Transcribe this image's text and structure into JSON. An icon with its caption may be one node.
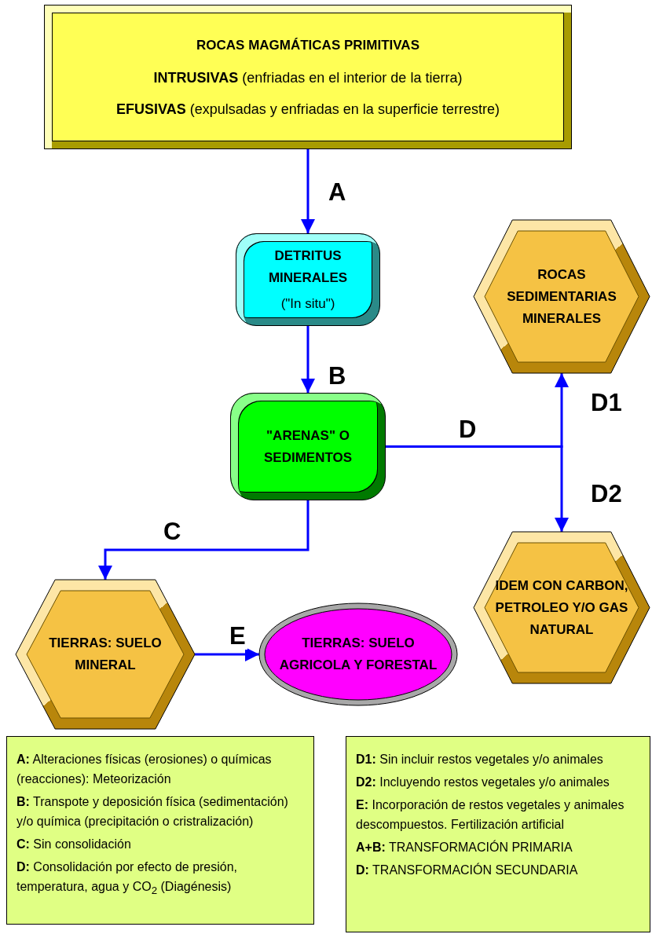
{
  "diagram": {
    "nodes": [
      {
        "text": [
          "ROCAS MAGMÁTICAS PRIMITIVAS",
          "**INTRUSIVAS** (enfriadas en el interior de la tierra)",
          "**EFUSIVAS** (expulsadas y enfriadas en la superficie terrestre)"
        ]
      },
      {
        "text": [
          "DETRITUS MINERALES",
          "(\"In situ\")"
        ]
      },
      {
        "text": [
          "ROCAS SEDIMENTARIAS MINERALES"
        ]
      },
      {
        "text": [
          "\"ARENAS\" O SEDIMENTOS"
        ]
      },
      {
        "text": [
          "IDEM CON CARBON, PETROLEO Y/O GAS NATURAL"
        ]
      },
      {
        "text": [
          "TIERRAS: SUELO MINERAL"
        ]
      },
      {
        "text": [
          "TIERRAS: SUELO AGRICOLA Y FORESTAL"
        ]
      },
      {
        "text": [
          "**A:** Alteraciones físicas (erosiones) o químicas (reacciones): Meteorización",
          "**B:** Transpote y deposición física (sedimentación) y/o química (precipitación o cristralización)",
          "**C:** Sin consolidación",
          "**D:** Consolidación por efecto de presión, temperatura, agua y CO$_{2}$ (Diagénesis)"
        ]
      },
      {
        "text": [
          "**D1:** Sin incluir restos vegetales y/o animales",
          "**D2:** Incluyendo restos vegetales y/o animales",
          "**E:** Incorporación de restos vegetales y animales descompuestos. Fertilización artificial",
          "**A+B:** TRANSFORMACIÓN PRIMARIA",
          "**D:** TRANSFORMACIÓN SECUNDARIA"
        ]
      }
    ],
    "edges": [
      {
        "from": 0,
        "to": 1,
        "arrow": "to",
        "label": "A"
      },
      {
        "from": 1,
        "to": 3,
        "arrow": "to",
        "label": "B"
      },
      {
        "from": 3,
        "to": 2,
        "arrow": "to",
        "label": "D1"
      },
      {
        "from": 3,
        "to": 4,
        "arrow": "to",
        "label": "D2"
      },
      {
        "from": 3,
        "to": 5,
        "arrow": "to",
        "label": "C"
      },
      {
        "from": 5,
        "to": 6,
        "arrow": "to",
        "label": "E"
      }
    ],
    "labels": [
      "D"
    ]
  }
}
